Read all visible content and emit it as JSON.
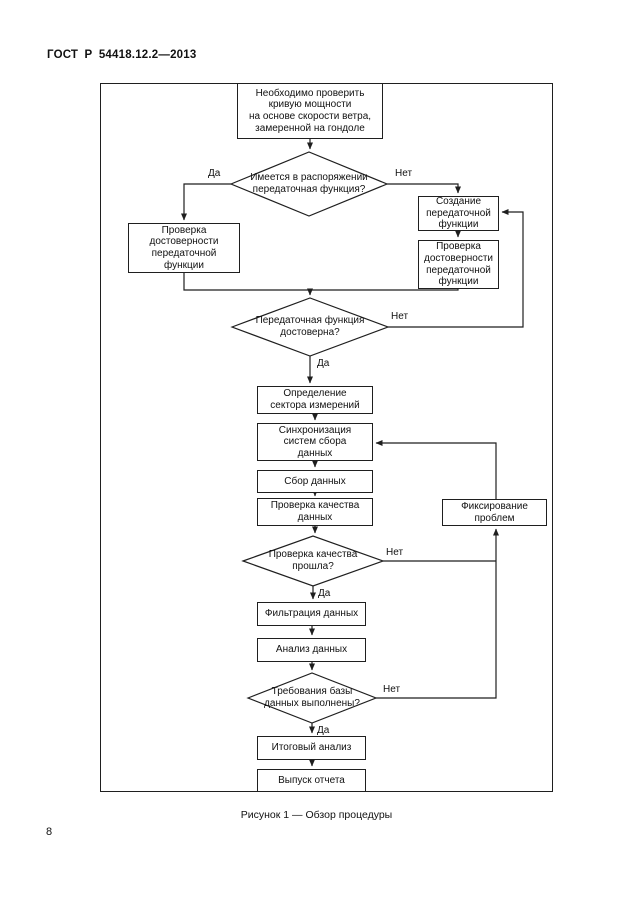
{
  "page": {
    "header": "ГОСТ Р 54418.12.2—2013",
    "page_number": "8",
    "caption": "Рисунок 1 — Обзор процедуры"
  },
  "labels": {
    "yes": "Да",
    "no": "Нет"
  },
  "flowchart": {
    "start": "Необходимо проверить\nкривую мощности\nна основе скорости ветра,\nзамеренной на гондоле",
    "decision_has_tf": "Имеется в распоряжении\nпередаточная функция?",
    "verify_tf_left": "Проверка\nдостоверности\nпередаточной\nфункции",
    "create_tf": "Создание\nпередаточной\nфункции",
    "verify_tf_right": "Проверка\nдостоверности\nпередаточной\nфункции",
    "decision_tf_valid": "Передаточная функция\nдостоверна?",
    "sector": "Определение\nсектора измерений",
    "sync": "Синхронизация\nсистем сбора\nданных",
    "collect": "Сбор данных",
    "quality": "Проверка качества\nданных",
    "decision_quality": "Проверка качества\nпрошла?",
    "fix_problems": "Фиксирование\nпроблем",
    "filter": "Фильтрация данных",
    "analysis": "Анализ данных",
    "decision_db": "Требования базы\nданных выполнены?",
    "final_analysis": "Итоговый анализ",
    "report": "Выпуск отчета"
  },
  "colors": {
    "line": "#1f1f1f",
    "text": "#111111",
    "background": "#ffffff"
  }
}
